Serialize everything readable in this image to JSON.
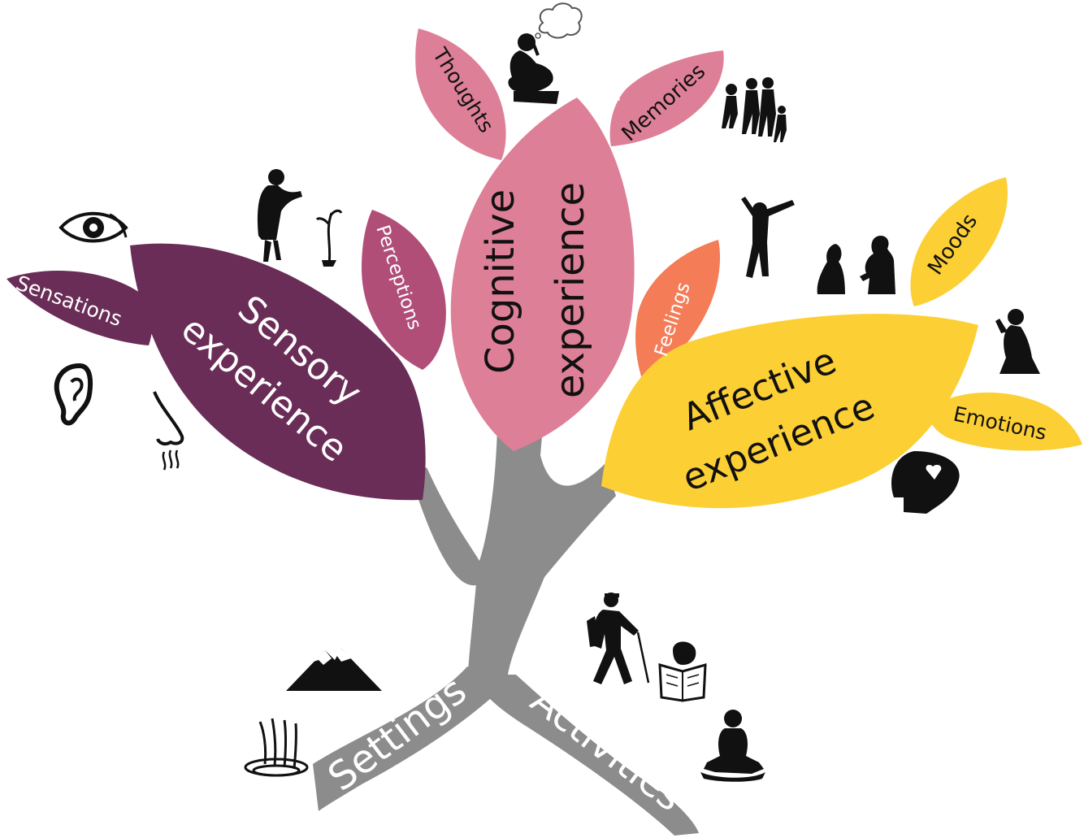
{
  "colors": {
    "trunk": "#8c8c8c",
    "sensory": "#6a2d57",
    "perceptions": "#b04e78",
    "cognitive": "#de7f98",
    "affective": "#fccf34",
    "feelings": "#f47c56",
    "icon": "#111111"
  },
  "roots": {
    "settings": "Settings",
    "activities": "Activities"
  },
  "leaves": {
    "sensory_line1": "Sensory",
    "sensory_line2": "experience",
    "cognitive_line1": "Cognitive",
    "cognitive_line2": "experience",
    "affective_line1": "Affective",
    "affective_line2": "experience",
    "sensations": "Sensations",
    "perceptions": "Perceptions",
    "thoughts": "Thoughts",
    "memories": "Memories",
    "feelings": "Feelings",
    "moods": "Moods",
    "emotions": "Emotions"
  },
  "icons": [
    "eye-icon",
    "ear-icon",
    "nose-icon",
    "person-looking-at-plant-icon",
    "thinker-icon",
    "family-icon",
    "jumping-person-icon",
    "conversation-icon",
    "praying-woman-icon",
    "heart-head-icon",
    "hiker-icon",
    "reading-person-icon",
    "meditation-icon",
    "mountain-icon",
    "waterfall-icon"
  ]
}
